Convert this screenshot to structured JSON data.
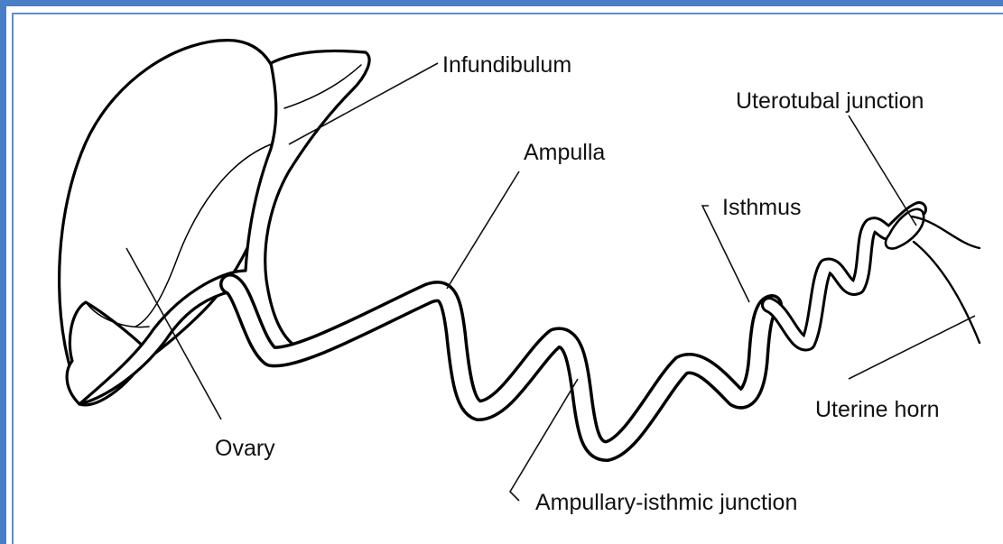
{
  "labels": {
    "infundibulum": "Infundibulum",
    "uterotubal_junction": "Uterotubal junction",
    "ampulla": "Ampulla",
    "isthmus": "Isthmus",
    "ovary": "Ovary",
    "uterine_horn": "Uterine horn",
    "ampullary_isthmic_junction": "Ampullary-isthmic junction"
  },
  "colors": {
    "frame": "#4a7ec6",
    "line": "#000000",
    "background": "#ffffff"
  }
}
